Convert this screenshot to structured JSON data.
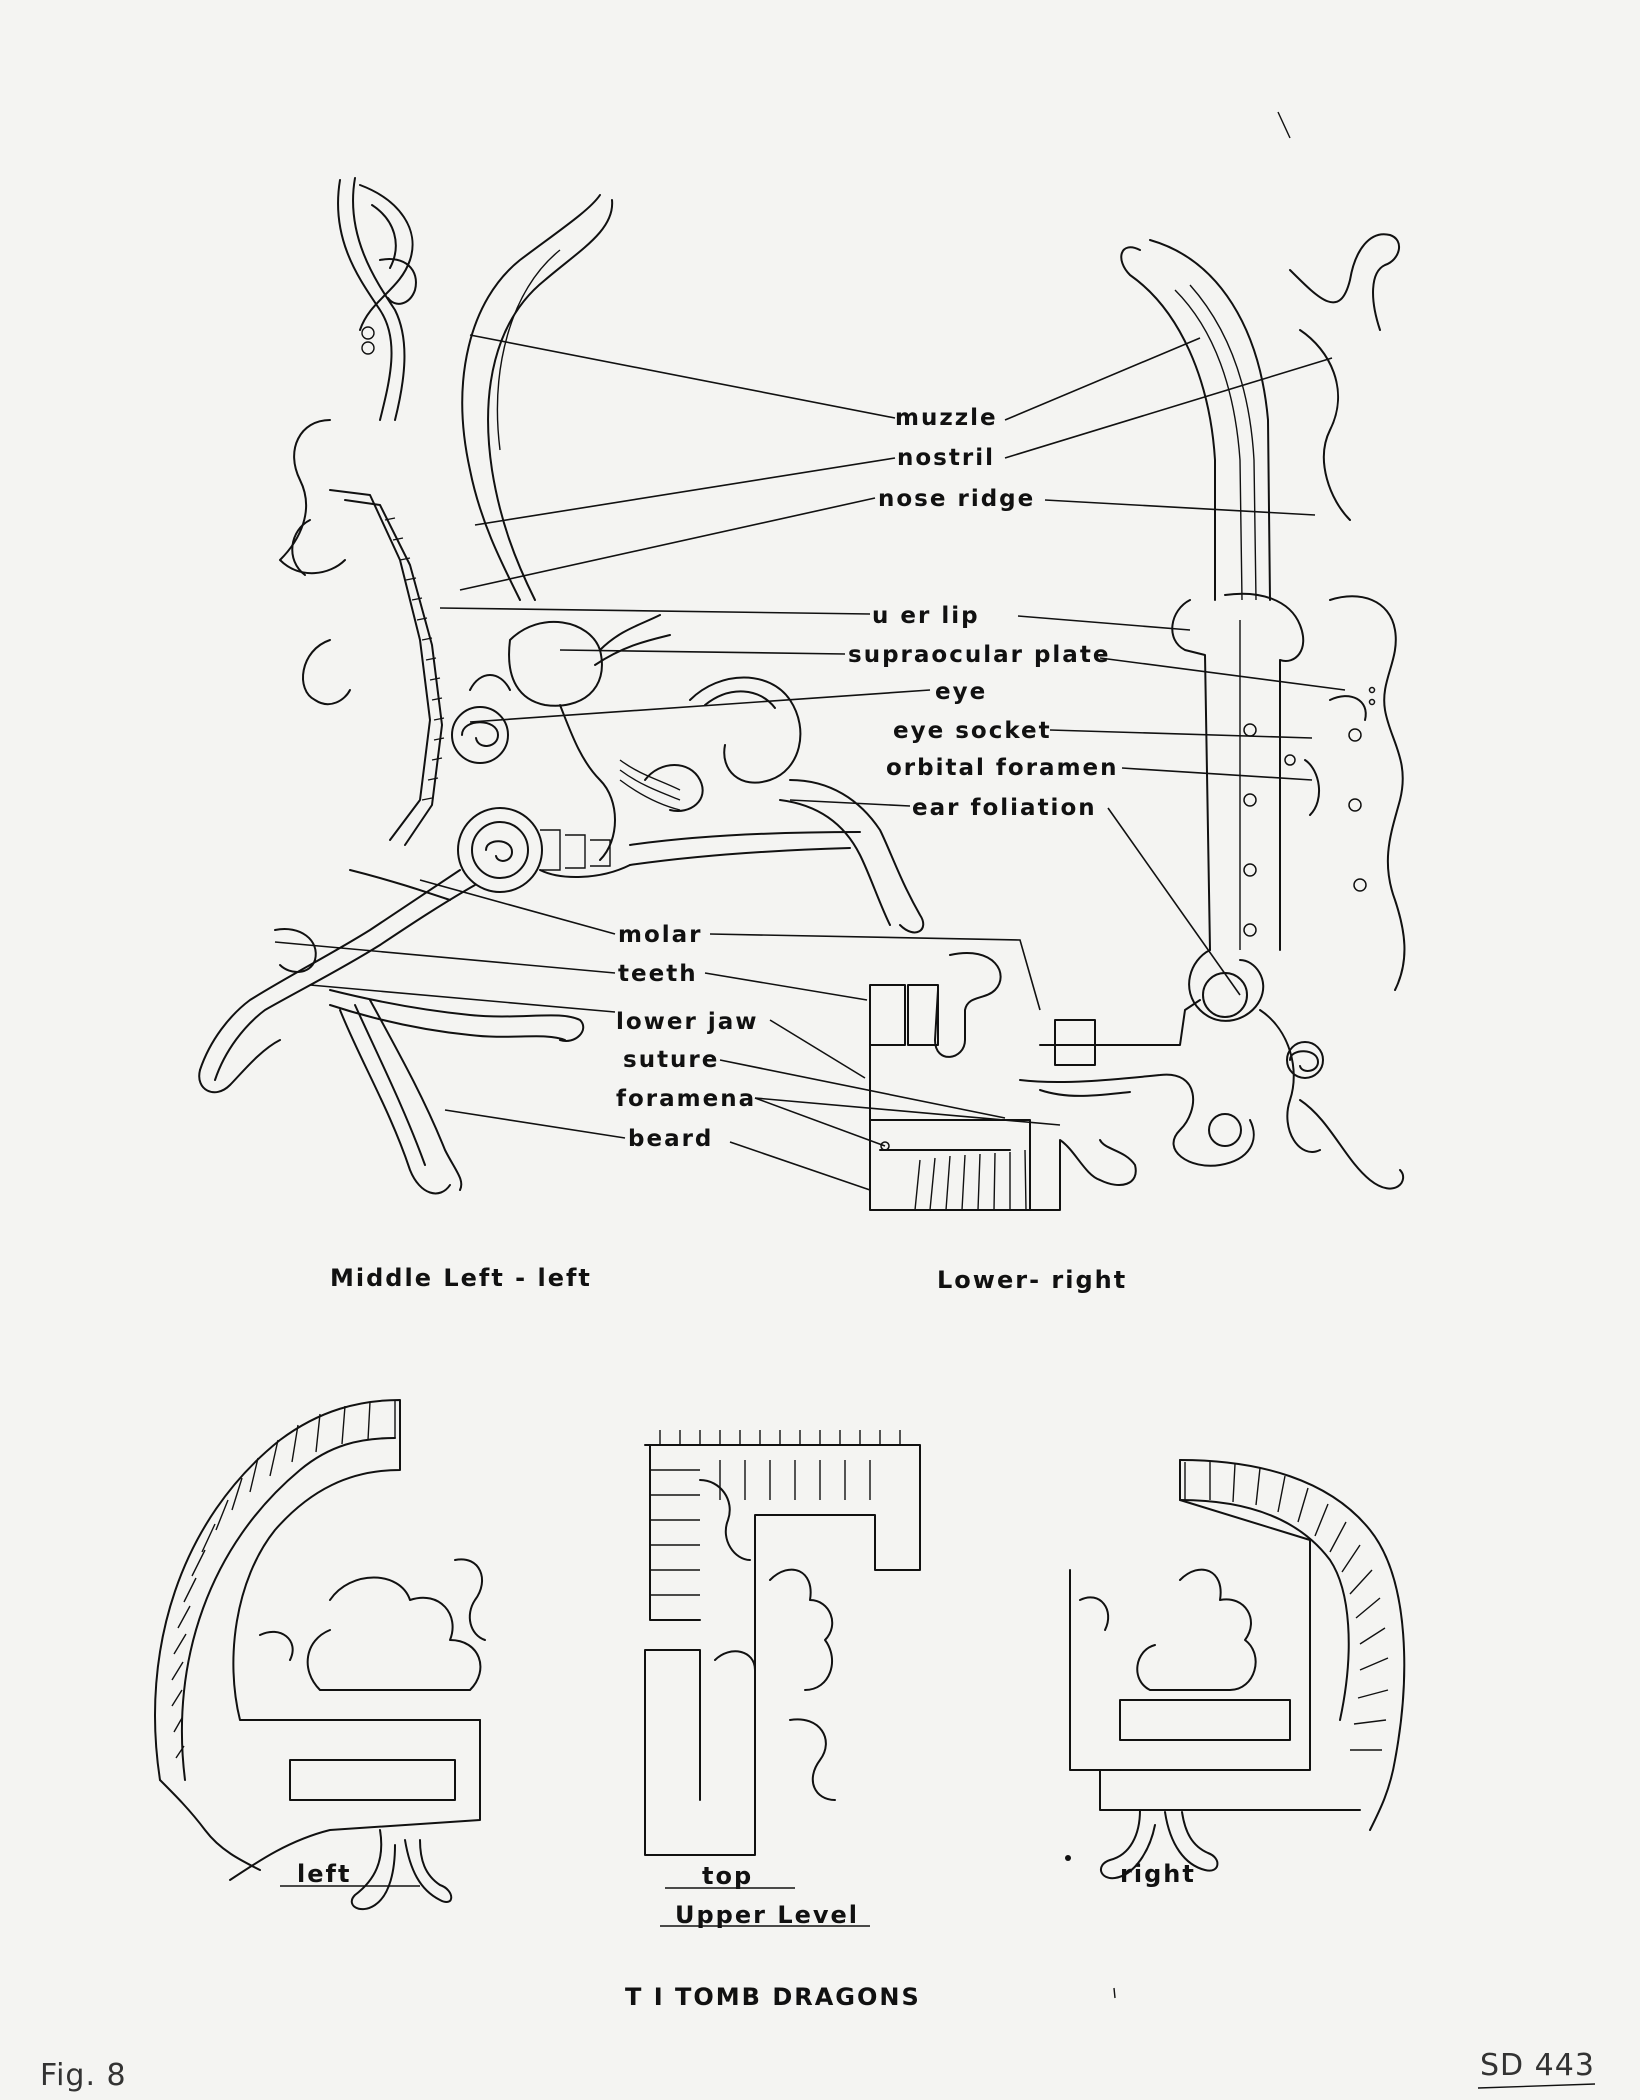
{
  "figure": {
    "anatomy_labels": [
      "muzzle",
      "nostril",
      "nose ridge",
      "u er lip",
      "supraocular plate",
      "eye",
      "eye socket",
      "orbital foramen",
      "ear foliation",
      "molar",
      "teeth",
      "lower jaw",
      "suture",
      "foramena",
      "beard"
    ],
    "captions": {
      "middle_left": "Middle Left - left",
      "lower_right": "Lower- right",
      "left": "left",
      "top": "top",
      "right": "right",
      "upper_level": "Upper Level",
      "main_title": "T I   TOMB DRAGONS"
    },
    "annotations": {
      "figure_number": "Fig. 8",
      "catalog_number": "SD 443"
    }
  }
}
